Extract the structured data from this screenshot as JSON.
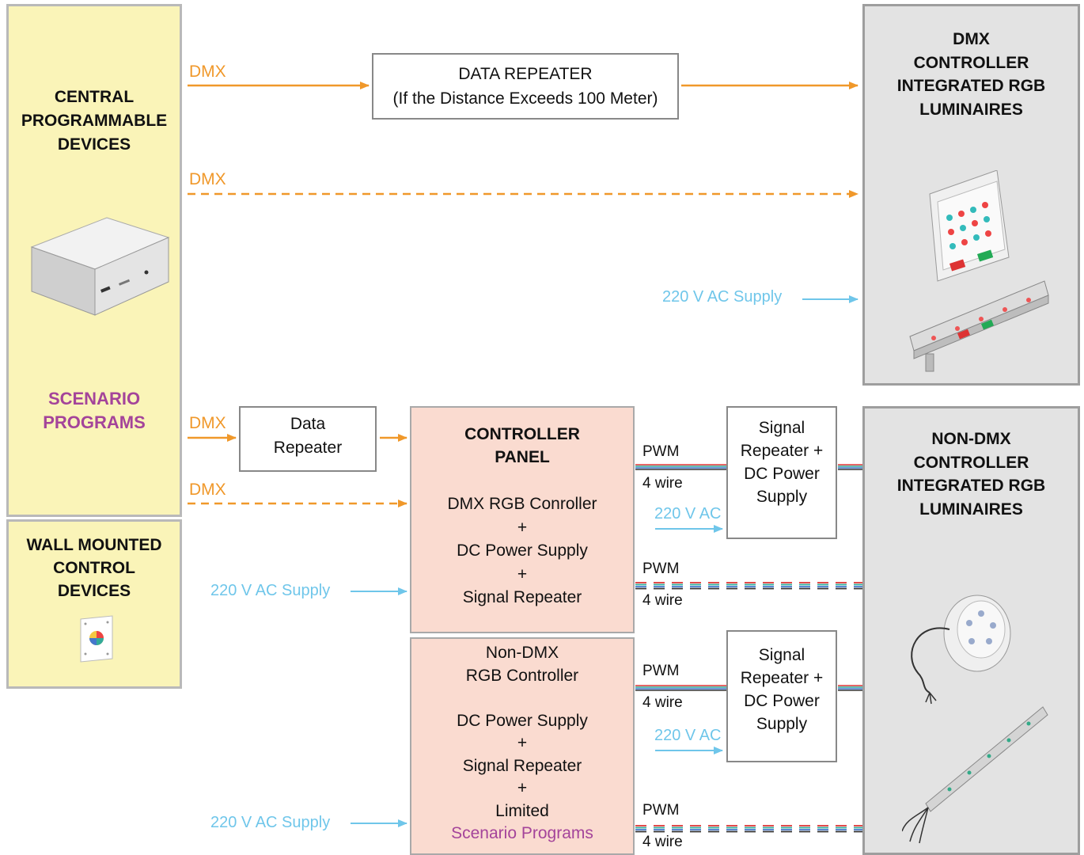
{
  "colors": {
    "dmx": "#f0982a",
    "ac": "#6fc6ea",
    "scenario": "#a4449a"
  },
  "left": {
    "central": [
      "CENTRAL",
      "PROGRAMMABLE",
      "DEVICES"
    ],
    "scenario": [
      "SCENARIO",
      "PROGRAMS"
    ],
    "wall": [
      "WALL MOUNTED",
      "CONTROL",
      "DEVICES"
    ]
  },
  "right": {
    "dmx": [
      "DMX",
      "CONTROLLER",
      "INTEGRATED RGB",
      "LUMINAIRES"
    ],
    "nondmx": [
      "NON-DMX",
      "CONTROLLER",
      "INTEGRATED RGB",
      "LUMINAIRES"
    ]
  },
  "data_repeater_top": [
    "DATA REPEATER",
    "(If the Distance Exceeds 100 Meter)"
  ],
  "data_repeater_small": [
    "Data",
    "Repeater"
  ],
  "controller_panel": {
    "title": [
      "CONTROLLER",
      "PANEL"
    ],
    "lines": [
      "DMX RGB Conroller",
      "+",
      "DC Power Supply",
      "+",
      "Signal Repeater"
    ]
  },
  "nondmx_panel": {
    "lines": [
      "Non-DMX",
      "RGB Controller",
      "",
      "DC Power Supply",
      "+",
      "Signal Repeater",
      "+",
      "Limited"
    ],
    "scenario": "Scenario Programs"
  },
  "signal_repeater": [
    "Signal",
    "Repeater +",
    "DC Power",
    "Supply"
  ],
  "labels": {
    "dmx": "DMX",
    "pwm": "PWM",
    "four_wire": "4 wire",
    "ac_supply": "220 V AC Supply",
    "ac": "220 V AC"
  }
}
